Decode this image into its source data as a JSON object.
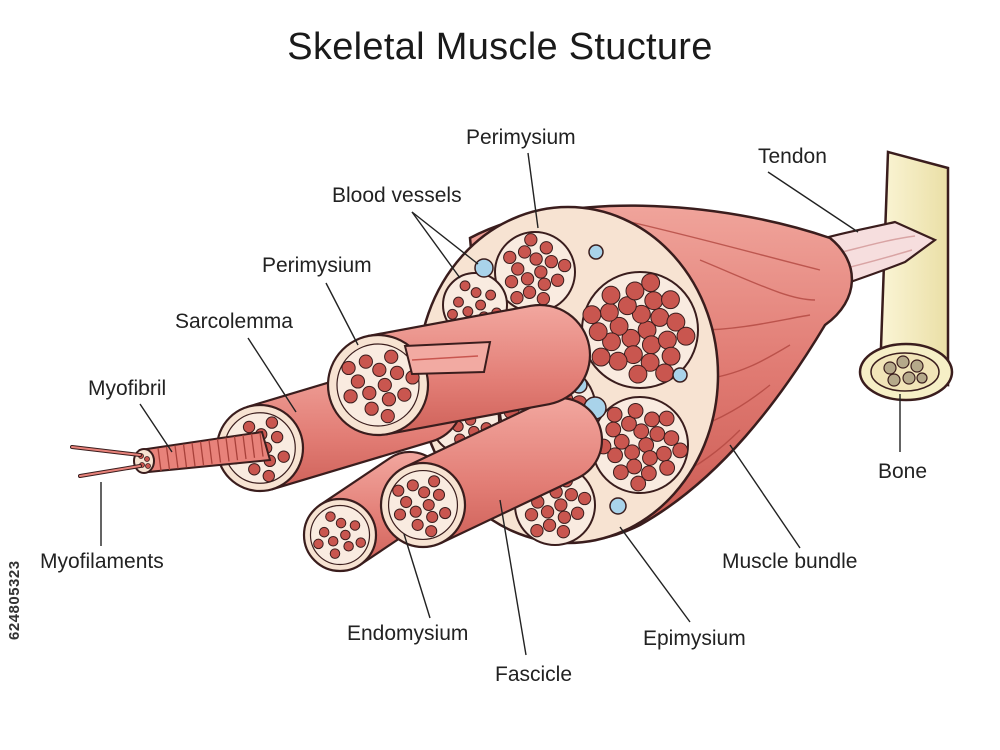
{
  "title": "Skeletal Muscle Stucture",
  "side_id": "624805323",
  "labels": {
    "perimysium_top": "Perimysium",
    "tendon": "Tendon",
    "blood_vessels": "Blood vessels",
    "perimysium_mid": "Perimysium",
    "sarcolemma": "Sarcolemma",
    "myofibril": "Myofibril",
    "myofilaments": "Myofilaments",
    "bone": "Bone",
    "muscle_bundle": "Muscle bundle",
    "endomysium": "Endomysium",
    "epimysium": "Epimysium",
    "fascicle": "Fascicle"
  },
  "colors": {
    "muscle": "#e8827a",
    "muscle_dark": "#c9564f",
    "muscle_light": "#f2aaa2",
    "sheath": "#f7e3d2",
    "blood_vessel": "#a9d3ea",
    "bone": "#f6efc6",
    "tendon": "#f6dede",
    "outline": "#3a1d1d"
  }
}
